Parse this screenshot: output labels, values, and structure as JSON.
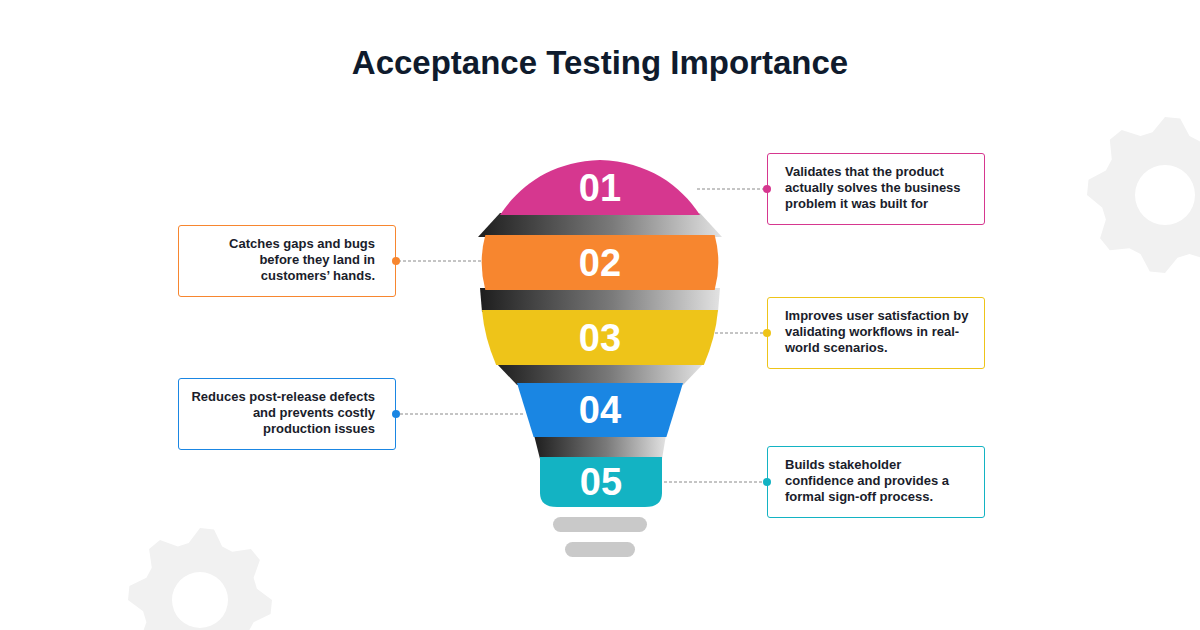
{
  "diagram": {
    "title": "Acceptance Testing Importance",
    "nodes": [
      {
        "text": [
          "01"
        ]
      },
      {
        "text": [
          "Validates that the product actually solves the business problem it was built for"
        ]
      },
      {
        "text": [
          "02"
        ]
      },
      {
        "text": [
          "Catches gaps and bugs before they land in customers’ hands."
        ]
      },
      {
        "text": [
          "03"
        ]
      },
      {
        "text": [
          "Improves user satisfaction by validating workflows in real-world scenarios."
        ]
      },
      {
        "text": [
          "04"
        ]
      },
      {
        "text": [
          "Reduces post-release defects and prevents costly production issues"
        ]
      },
      {
        "text": [
          "05"
        ]
      },
      {
        "text": [
          "Builds stakeholder confidence and provides a formal sign-off process."
        ]
      }
    ],
    "edges": [
      {
        "from": 0,
        "to": 1,
        "arrow": "none"
      },
      {
        "from": 2,
        "to": 3,
        "arrow": "none"
      },
      {
        "from": 4,
        "to": 5,
        "arrow": "none"
      },
      {
        "from": 6,
        "to": 7,
        "arrow": "none"
      },
      {
        "from": 8,
        "to": 9,
        "arrow": "none"
      }
    ]
  }
}
